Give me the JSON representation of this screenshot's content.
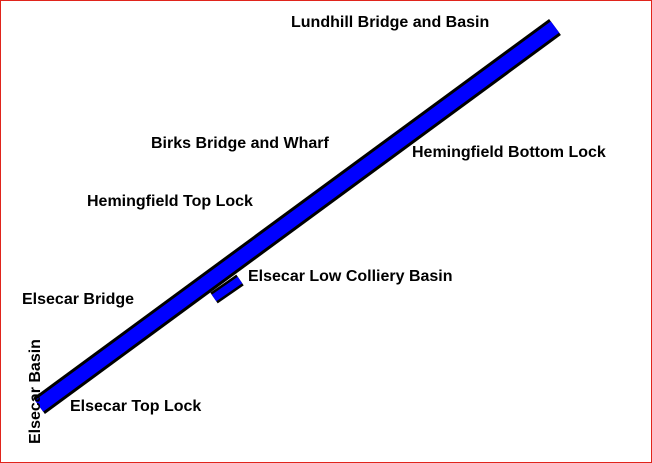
{
  "diagram": {
    "colors": {
      "canal": "#0000ff",
      "outline": "#000000",
      "frame": "#e0241c",
      "background": "#ffffff"
    },
    "labels": {
      "lundhill": "Lundhill Bridge and Basin",
      "birks": "Birks Bridge and Wharf",
      "hemingfield_bottom": "Hemingfield Bottom Lock",
      "hemingfield_top": "Hemingfield Top Lock",
      "low_colliery": "Elsecar Low Colliery Basin",
      "elsecar_bridge": "Elsecar Bridge",
      "elsecar_top": "Elsecar Top Lock",
      "elsecar_basin": "Elsecar Basin"
    }
  }
}
